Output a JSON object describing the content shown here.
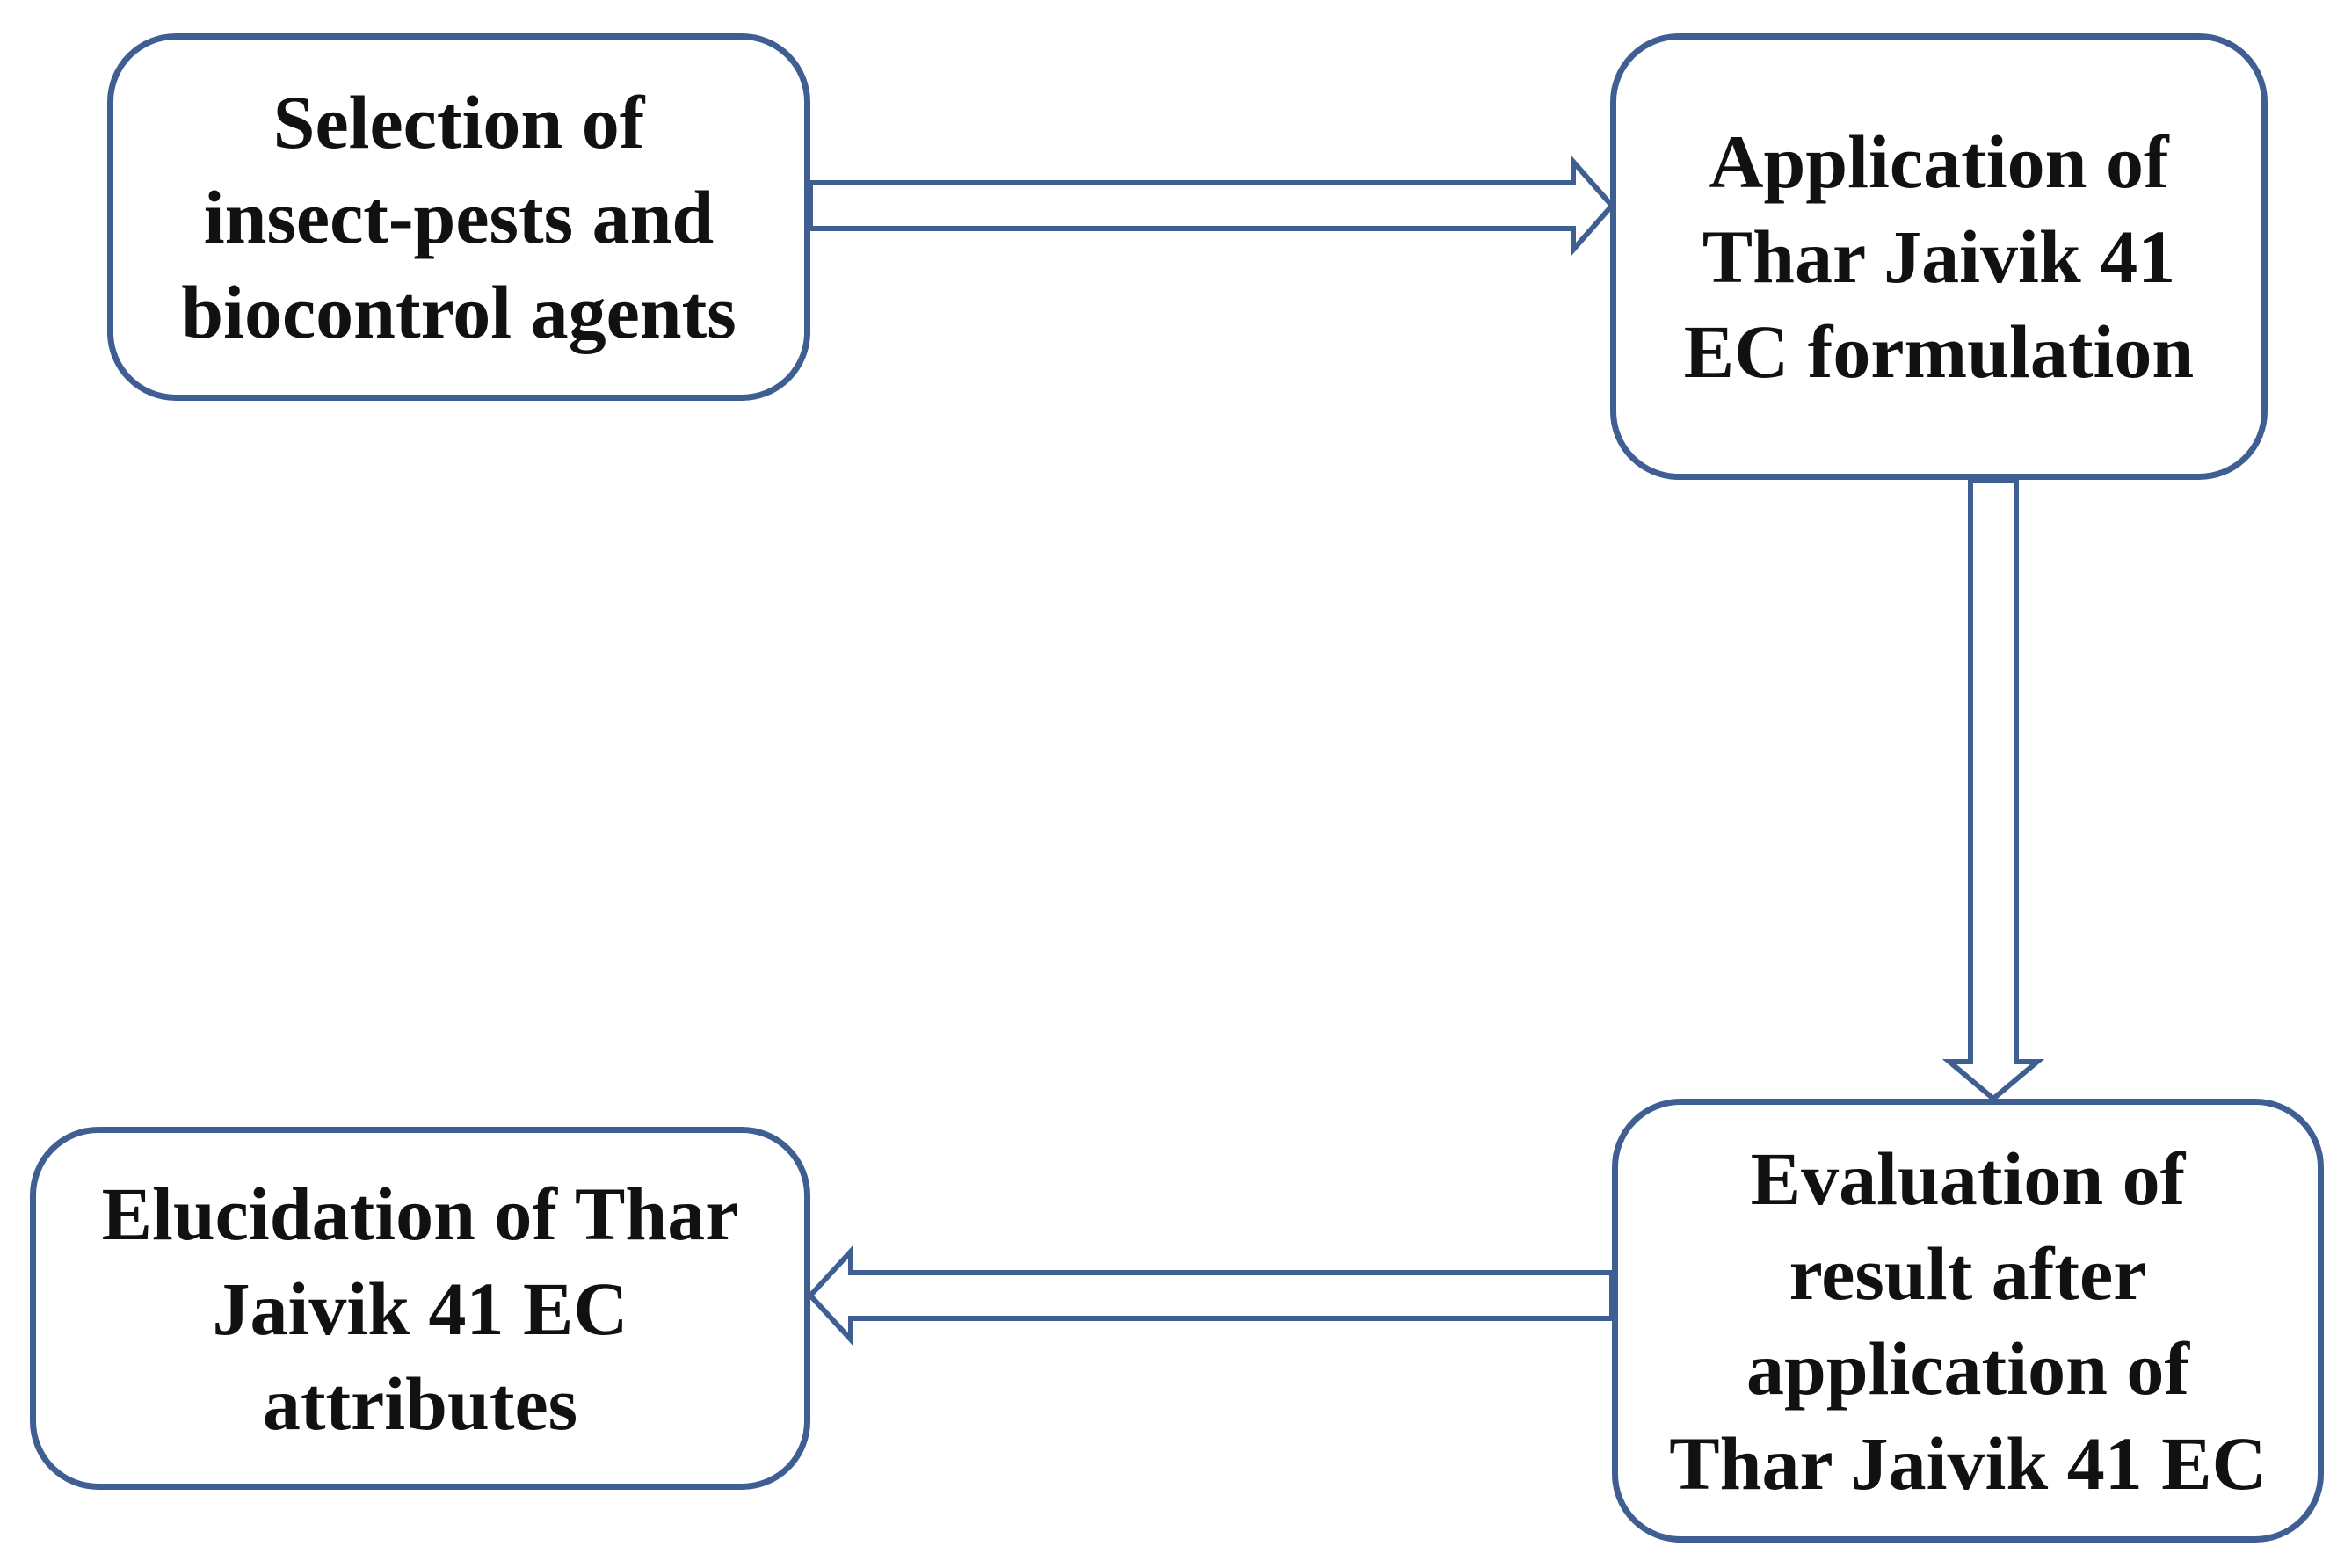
{
  "diagram": {
    "type": "flowchart",
    "nodes": [
      {
        "id": "selection",
        "label": "Selection of\ninsect-pests and\nbiocontrol agents"
      },
      {
        "id": "application",
        "label": "Application of\nThar Jaivik 41\nEC formulation"
      },
      {
        "id": "evaluation",
        "label": "Evaluation of\nresult after\napplication of\nThar Jaivik 41 EC"
      },
      {
        "id": "elucidation",
        "label": "Elucidation of Thar\nJaivik 41 EC\nattributes"
      }
    ],
    "edges": [
      {
        "from": "selection",
        "to": "application",
        "style": "double-line-arrow"
      },
      {
        "from": "application",
        "to": "evaluation",
        "style": "double-line-arrow"
      },
      {
        "from": "evaluation",
        "to": "elucidation",
        "style": "double-line-arrow"
      }
    ],
    "colors": {
      "border": "#3f5f93",
      "arrow": "#3f5f93",
      "text": "#111111",
      "background": "#ffffff"
    }
  }
}
